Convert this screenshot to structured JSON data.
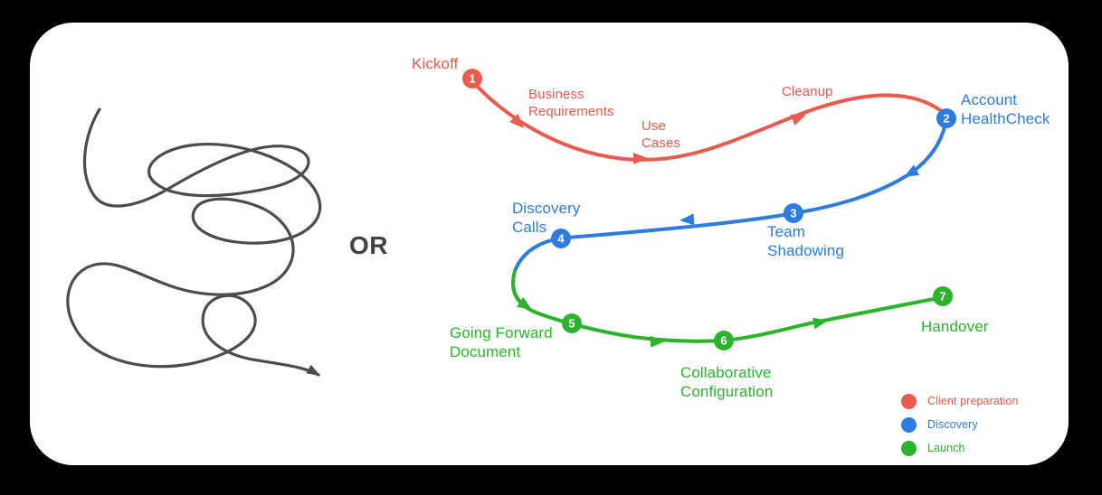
{
  "or_label": "OR",
  "steps": [
    {
      "num": "1",
      "label": "Kickoff",
      "phase": "client-preparation"
    },
    {
      "num": "2",
      "label": "Account\nHealthCheck",
      "phase": "discovery"
    },
    {
      "num": "3",
      "label": "Team\nShadowing",
      "phase": "discovery"
    },
    {
      "num": "4",
      "label": "Discovery\nCalls",
      "phase": "discovery"
    },
    {
      "num": "5",
      "label": "Going Forward\nDocument",
      "phase": "launch"
    },
    {
      "num": "6",
      "label": "Collaborative\nConfiguration",
      "phase": "launch"
    },
    {
      "num": "7",
      "label": "Handover",
      "phase": "launch"
    }
  ],
  "path_annotations": [
    {
      "label": "Business\nRequirements"
    },
    {
      "label": "Use\nCases"
    },
    {
      "label": "Cleanup"
    }
  ],
  "legend": {
    "items": [
      {
        "label": "Client preparation",
        "color": "#E85B4E"
      },
      {
        "label": "Discovery",
        "color": "#2E7CE0"
      },
      {
        "label": "Launch",
        "color": "#2CB32C"
      }
    ]
  },
  "colors": {
    "client_preparation": "#E85B4E",
    "discovery": "#2E7CE0",
    "launch": "#2CB32C",
    "scribble": "#4A4C4E",
    "or_text": "#3F4245",
    "card_background": "#FFFFFF",
    "page_background": "#000000"
  }
}
